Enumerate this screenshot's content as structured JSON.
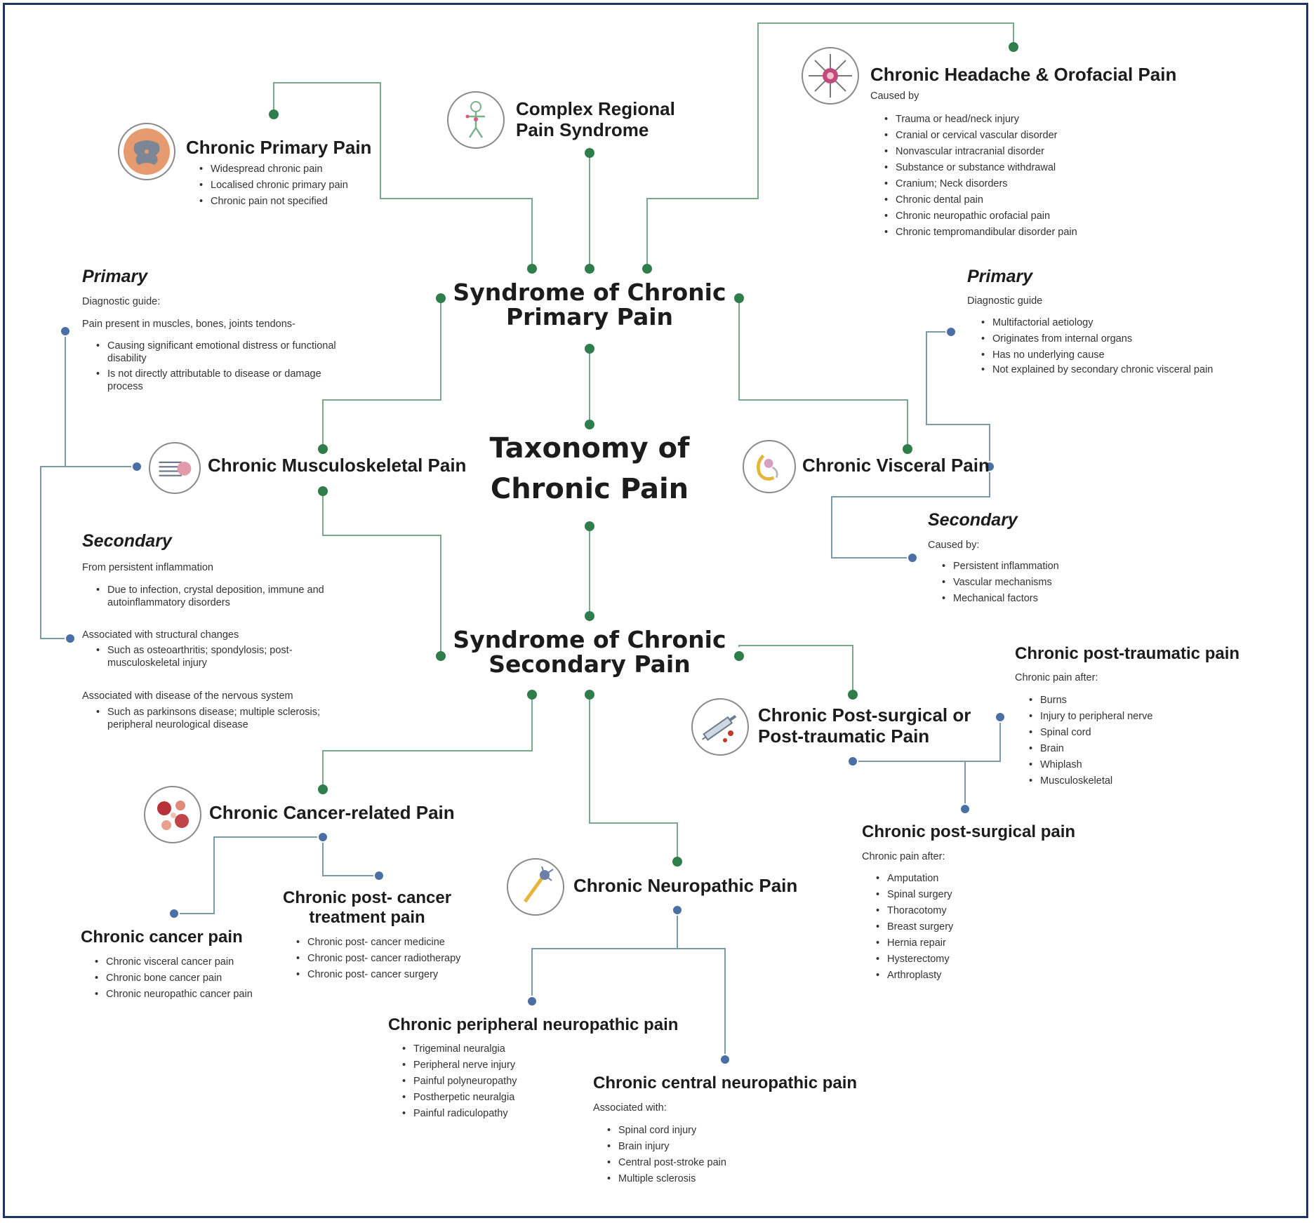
{
  "title": [
    "Taxonomy of",
    "Chronic Pain"
  ],
  "primary_syndrome": {
    "title": [
      "Syndrome of Chronic",
      "Primary Pain"
    ]
  },
  "secondary_syndrome": {
    "title": [
      "Syndrome of Chronic",
      "Secondary Pain"
    ]
  },
  "chronic_primary_pain": {
    "title": "Chronic Primary Pain",
    "items": [
      "Widespread chronic pain",
      "Localised chronic primary pain",
      "Chronic pain not specified"
    ]
  },
  "crps": {
    "title": [
      "Complex Regional",
      "Pain Syndrome"
    ]
  },
  "headache": {
    "title": "Chronic Headache & Orofacial Pain",
    "caption": "Caused by",
    "items": [
      "Trauma or head/neck injury",
      "Cranial or cervical vascular disorder",
      "Nonvascular intracranial disorder",
      "Substance or substance withdrawal",
      "Cranium; Neck disorders",
      "Chronic dental pain",
      "Chronic neuropathic orofacial pain",
      "Chronic tempromandibular disorder pain"
    ]
  },
  "musculoskeletal": {
    "title": "Chronic Musculoskeletal Pain",
    "primary": {
      "header": "Primary",
      "caption": "Diagnostic guide:",
      "line": "Pain present in muscles, bones, joints tendons-",
      "items": [
        "Causing significant emotional distress or functional disability",
        "Is not directly attributable to disease or damage process"
      ]
    },
    "secondary": {
      "header": "Secondary",
      "caption1": "From persistent inflammation",
      "items1": [
        "Due to infection, crystal deposition, immune and autoinflammatory disorders"
      ],
      "caption2": "Associated with structural changes",
      "items2": [
        "Such as osteoarthritis; spondylosis; post-musculoskeletal injury"
      ],
      "caption3": "Associated with disease of the nervous system",
      "items3": [
        "Such as parkinsons disease; multiple sclerosis; peripheral neurological disease"
      ]
    }
  },
  "visceral": {
    "title": "Chronic Visceral Pain",
    "primary": {
      "header": "Primary",
      "caption": "Diagnostic guide",
      "items": [
        "Multifactorial aetiology",
        "Originates from internal organs",
        "Has no underlying cause",
        "Not explained by secondary chronic visceral pain"
      ]
    },
    "secondary": {
      "header": "Secondary",
      "caption": "Caused by:",
      "items": [
        "Persistent inflammation",
        "Vascular mechanisms",
        "Mechanical factors"
      ]
    }
  },
  "post_surgical": {
    "title": [
      "Chronic Post-surgical or",
      "Post-traumatic Pain"
    ]
  },
  "post_traumatic": {
    "title": "Chronic post-traumatic pain",
    "caption": "Chronic pain after:",
    "items": [
      "Burns",
      "Injury to peripheral nerve",
      "Spinal cord",
      "Brain",
      "Whiplash",
      "Musculoskeletal"
    ]
  },
  "post_surgical_sub": {
    "title": "Chronic post-surgical pain",
    "caption": "Chronic pain after:",
    "items": [
      "Amputation",
      "Spinal surgery",
      "Thoracotomy",
      "Breast surgery",
      "Hernia repair",
      "Hysterectomy",
      "Arthroplasty"
    ]
  },
  "cancer": {
    "title": "Chronic Cancer-related Pain"
  },
  "cancer_pain": {
    "title": "Chronic cancer pain",
    "items": [
      "Chronic visceral cancer pain",
      "Chronic bone cancer pain",
      "Chronic neuropathic cancer pain"
    ]
  },
  "post_cancer": {
    "title": [
      "Chronic post- cancer",
      "treatment pain"
    ],
    "items": [
      "Chronic post- cancer medicine",
      "Chronic post- cancer radiotherapy",
      "Chronic post- cancer surgery"
    ]
  },
  "neuropathic": {
    "title": "Chronic Neuropathic Pain"
  },
  "peripheral_neuropathic": {
    "title": "Chronic peripheral neuropathic  pain",
    "items": [
      "Trigeminal neuralgia",
      "Peripheral nerve injury",
      "Painful polyneuropathy",
      "Postherpetic neuralgia",
      "Painful radiculopathy"
    ]
  },
  "central_neuropathic": {
    "title": "Chronic central neuropathic  pain",
    "caption": "Associated with:",
    "items": [
      "Spinal cord injury",
      "Brain injury",
      "Central post-stroke pain",
      "Multiple sclerosis"
    ]
  },
  "colors": {
    "green_node": "#2e7d4a",
    "blue_node": "#4a6fa5",
    "line": "#7aa88a",
    "frame": "#1f3566"
  }
}
